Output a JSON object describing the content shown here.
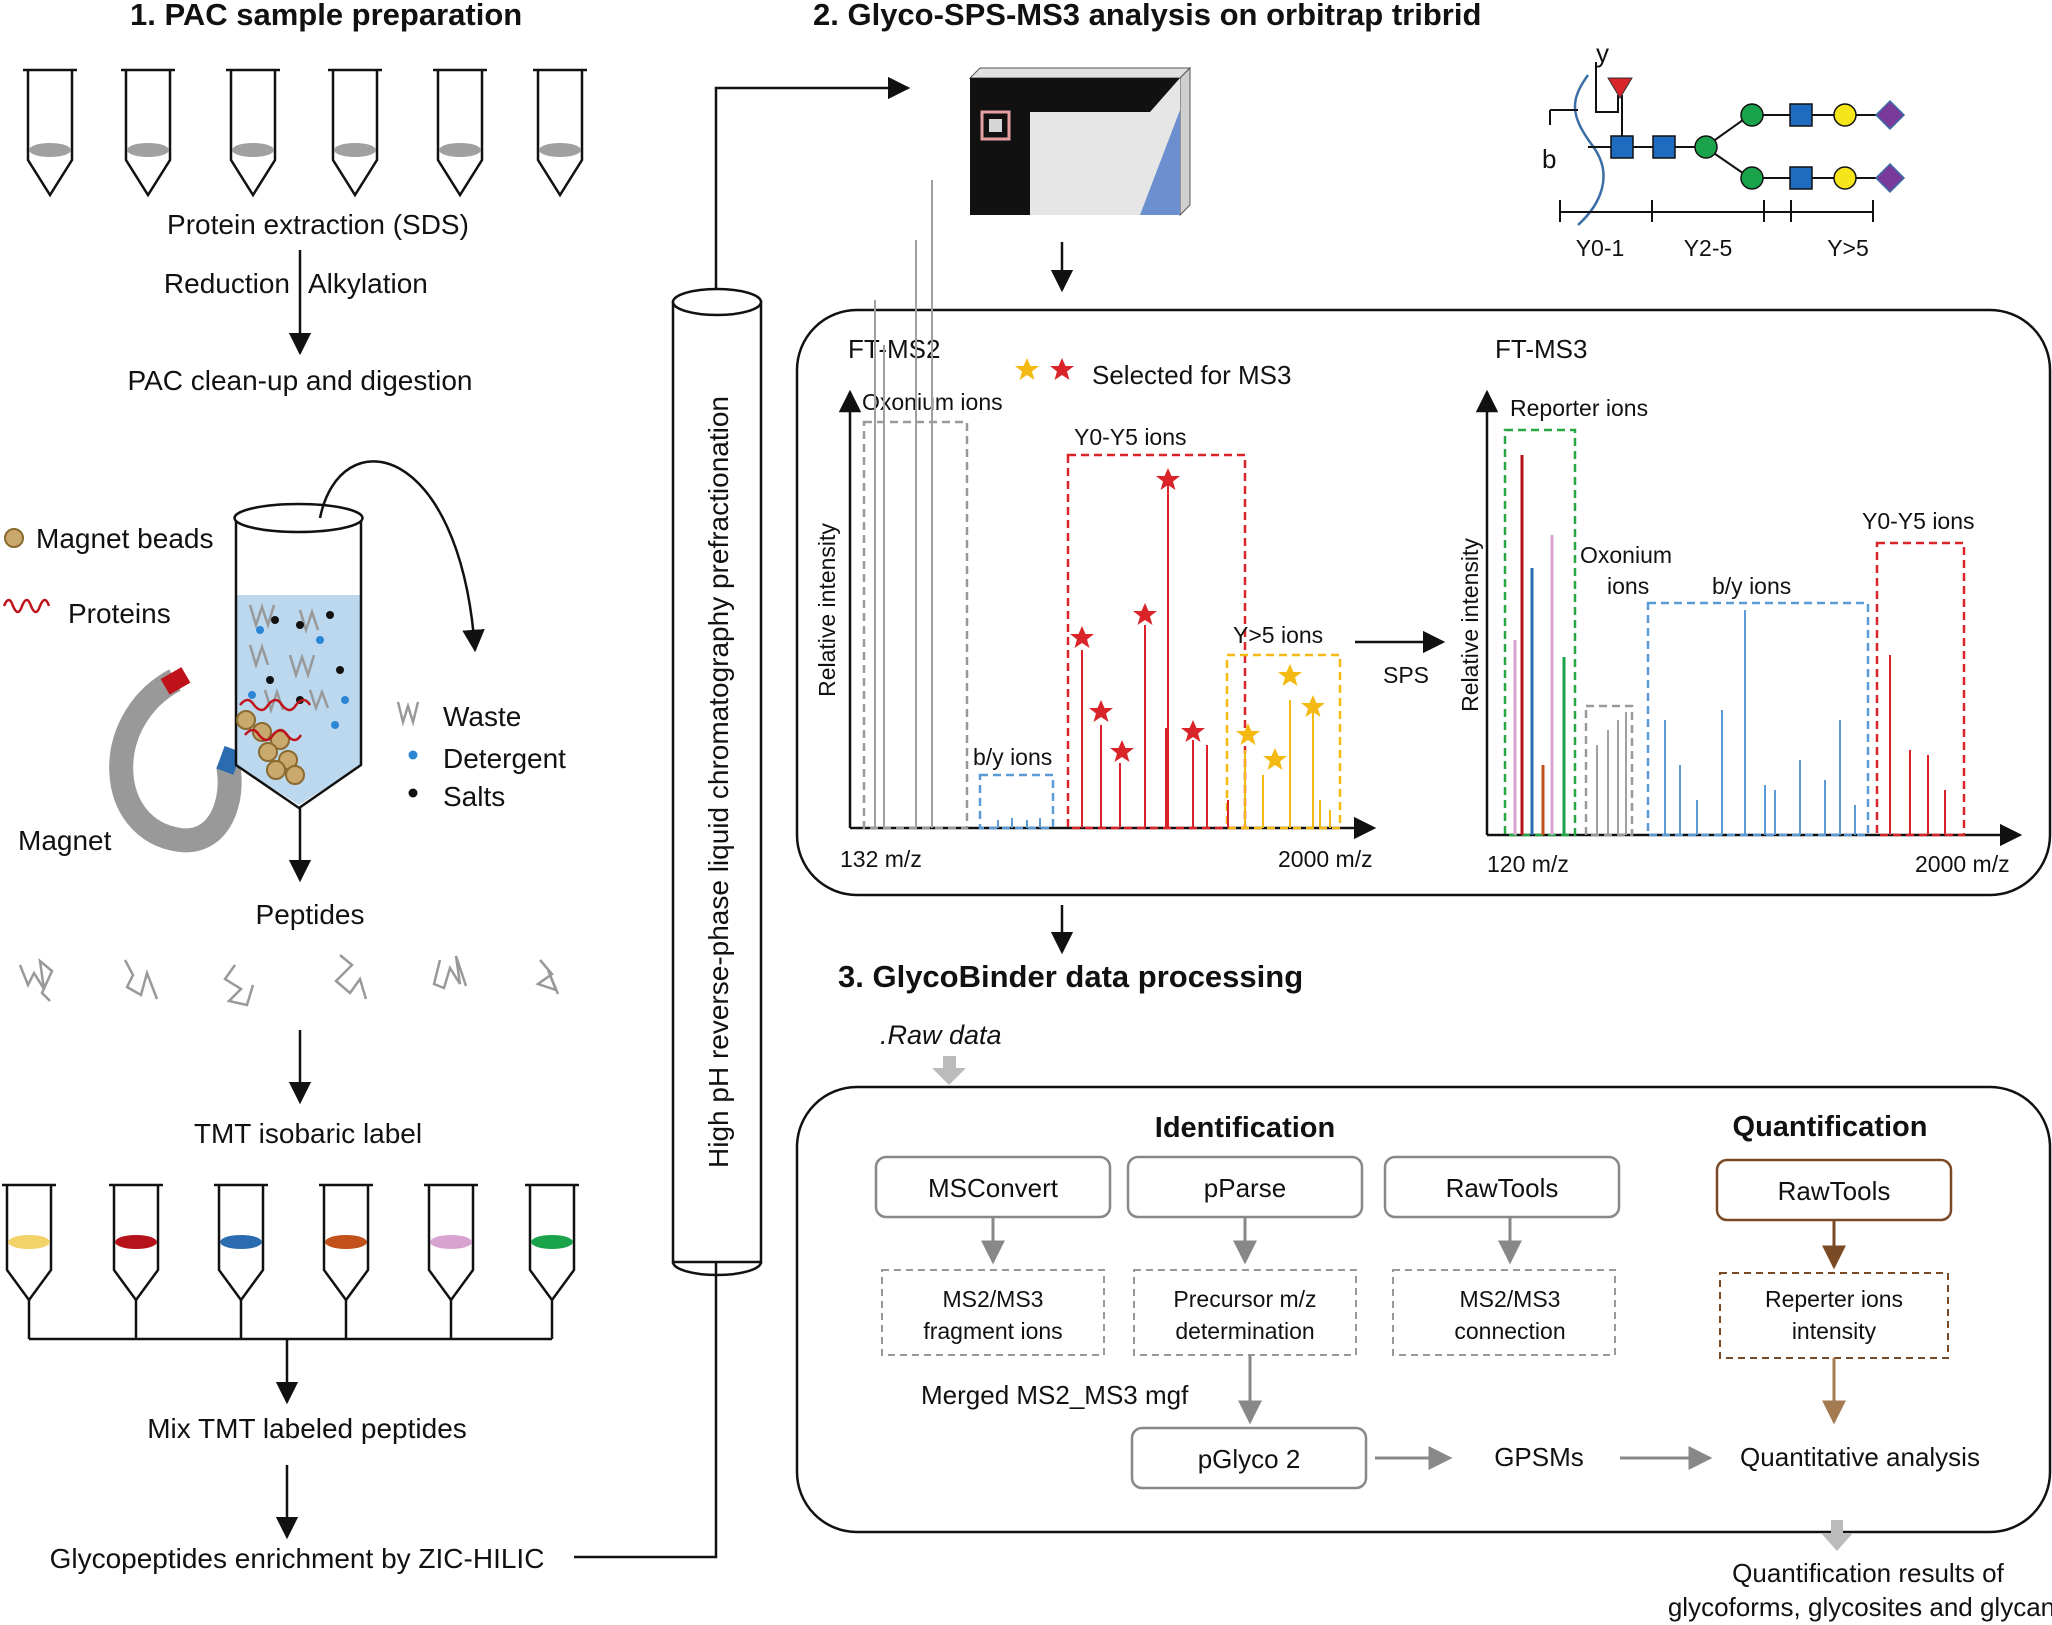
{
  "section1": {
    "title": "1. PAC sample preparation",
    "protein_extraction": "Protein extraction (SDS)",
    "reduction": "Reduction",
    "alkylation": "Alkylation",
    "cleanup": "PAC clean-up and digestion",
    "legend_beads": "Magnet beads",
    "legend_proteins": "Proteins",
    "magnet": "Magnet",
    "waste": "Waste",
    "detergent": "Detergent",
    "salts": "Salts",
    "peptides": "Peptides",
    "tmt_label": "TMT isobaric label",
    "mix": "Mix TMT labeled peptides",
    "enrichment": "Glycopeptides enrichment by ZIC-HILIC",
    "tmt_colors": [
      "#f4d26a",
      "#b5121b",
      "#2b6cb0",
      "#c2501b",
      "#d9a3d1",
      "#1aa34a"
    ]
  },
  "column_label": "High pH reverse-phase liquid chromatography prefractionation",
  "section2": {
    "title": "2. Glyco-SPS-MS3 analysis on orbitrap tribrid",
    "glycan": {
      "y": "y",
      "b": "b",
      "seg1": "Y0-1",
      "seg2": "Y2-5",
      "seg3": "Y>5"
    },
    "ms2": {
      "title": "FT-MS2",
      "selected": "Selected for MS3",
      "oxonium": "Oxonium ions",
      "y0y5": "Y0-Y5 ions",
      "by": "b/y ions",
      "y5plus": "Y>5 ions",
      "ylabel": "Relative intensity",
      "xmin": "132 m/z",
      "xmax": "2000 m/z"
    },
    "sps": "SPS",
    "ms3": {
      "title": "FT-MS3",
      "reporter": "Reporter ions",
      "oxonium_1": "Oxonium",
      "oxonium_2": "ions",
      "by": "b/y ions",
      "y0y5": "Y0-Y5 ions",
      "ylabel": "Relative intensity",
      "xmin": "120 m/z",
      "xmax": "2000 m/z"
    }
  },
  "section3": {
    "title": "3. GlycoBinder data processing",
    "raw": ".Raw data",
    "identification": "Identification",
    "quantification": "Quantification",
    "msconvert": "MSConvert",
    "pparse": "pParse",
    "rawtools1": "RawTools",
    "rawtools2": "RawTools",
    "frag_1": "MS2/MS3",
    "frag_2": "fragment ions",
    "prec_1": "Precursor m/z",
    "prec_2": "determination",
    "conn_1": "MS2/MS3",
    "conn_2": "connection",
    "rep_1": "Reperter ions",
    "rep_2": "intensity",
    "merged": "Merged MS2_MS3 mgf",
    "pglyco": "pGlyco 2",
    "gpsms": "GPSMs",
    "quant": "Quantitative analysis",
    "results_1": "Quantification results of",
    "results_2": "glycoforms, glycosites and glycans"
  },
  "colors": {
    "star_red": "#d9252a",
    "star_yellow": "#f5b914",
    "red_box": "#d9252a",
    "yellow_box": "#f5b914",
    "blue_box": "#5b9bd5",
    "green_box": "#27a844",
    "gray_box": "#999999",
    "brown": "#7a4a26",
    "instrument_blue": "#6b8fcf"
  }
}
